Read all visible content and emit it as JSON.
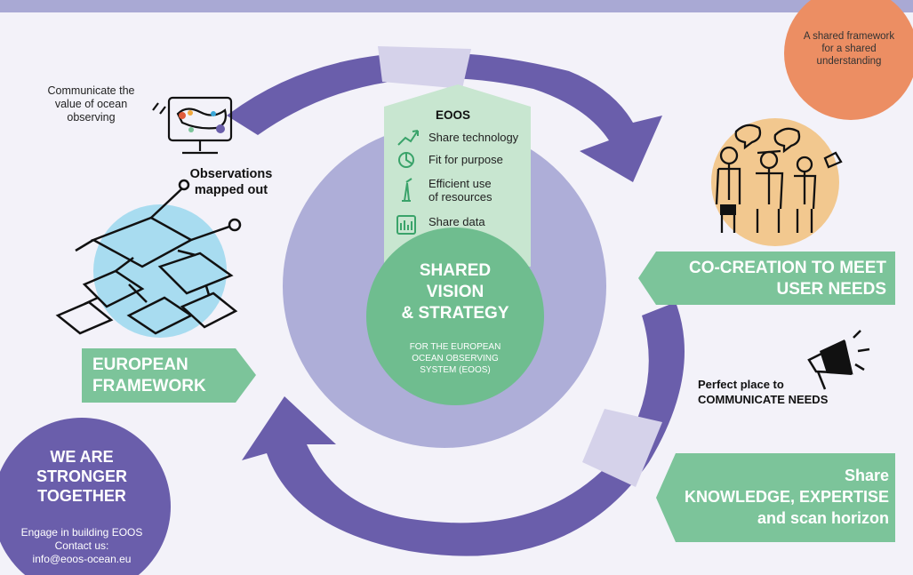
{
  "top_note": {
    "lines": [
      "A shared framework",
      "for a shared",
      "understanding"
    ],
    "color": "#ec8e63"
  },
  "communicate": {
    "lines": [
      "Communicate the",
      "value of ocean",
      "observing"
    ]
  },
  "observations": {
    "lines": [
      "Observations",
      "mapped out"
    ]
  },
  "eoos_panel": {
    "title": "EOOS",
    "items": [
      {
        "icon": "trend-up-icon",
        "lines": [
          "Share technology"
        ]
      },
      {
        "icon": "target-icon",
        "lines": [
          "Fit for purpose"
        ]
      },
      {
        "icon": "buoy-icon",
        "lines": [
          "Efficient use",
          "of resources"
        ]
      },
      {
        "icon": "data-chart-icon",
        "lines": [
          "Share data"
        ]
      }
    ]
  },
  "center": {
    "title_lines": [
      "SHARED",
      "VISION",
      "& STRATEGY"
    ],
    "subtitle_lines": [
      "FOR THE EUROPEAN",
      "OCEAN OBSERVING",
      "SYSTEM (EOOS)"
    ]
  },
  "european_framework": {
    "lines": [
      "EUROPEAN",
      "FRAMEWORK"
    ]
  },
  "co_creation": {
    "lines": [
      "CO-CREATION TO MEET",
      "USER NEEDS"
    ]
  },
  "communicate_needs": {
    "lines": [
      "Perfect place to",
      "COMMUNICATE NEEDS"
    ]
  },
  "share_knowledge": {
    "lines": [
      "Share",
      "KNOWLEDGE, EXPERTISE",
      "and scan horizon"
    ]
  },
  "stronger": {
    "title_lines": [
      "WE ARE",
      "STRONGER",
      "TOGETHER"
    ],
    "contact_lines": [
      "Engage in building EOOS",
      "Contact us:",
      "info@eoos-ocean.eu"
    ]
  },
  "colors": {
    "purple": "#6a5eab",
    "light_purple": "#a9a9d4",
    "green": "#7cc49a",
    "light_green": "#c8e6d0",
    "orange": "#ec8e63",
    "sand": "#f2c88f",
    "sky": "#a8dcf0"
  }
}
